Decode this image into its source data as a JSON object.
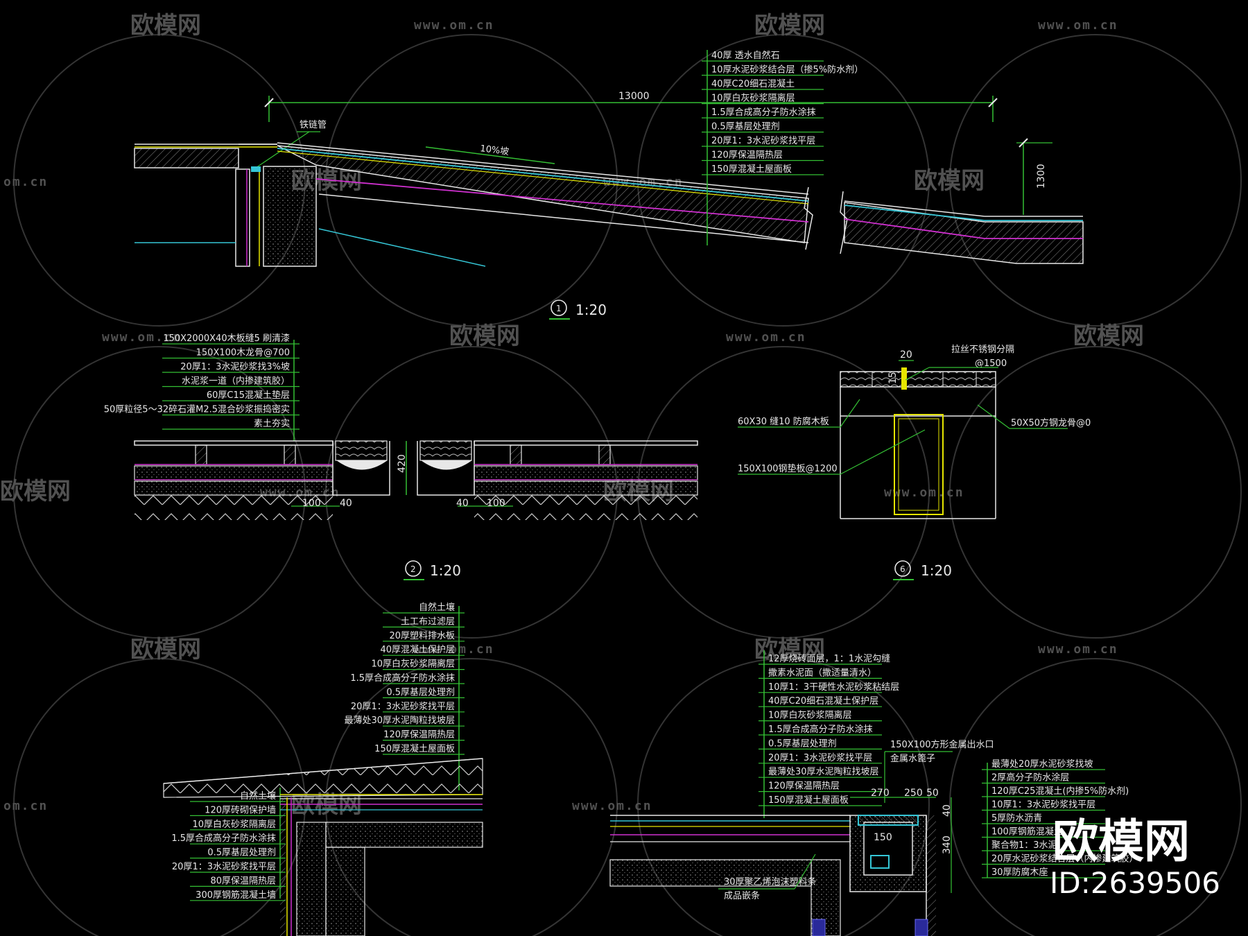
{
  "watermark": {
    "logo_text": "欧模网",
    "url": "www.om.cn",
    "url_short": "om.cn"
  },
  "brand": {
    "name": "欧模网",
    "id": "ID:2639506"
  },
  "detail1": {
    "number": "1",
    "scale": "1:20",
    "span": "13000",
    "slope": "10%坡",
    "height": "1300",
    "drain_label": "铁链管",
    "layers": [
      "40厚 透水自然石",
      "10厚水泥砂浆结合层（掺5%防水剂）",
      "40厚C20细石混凝土",
      "10厚白灰砂浆隔离层",
      "1.5厚合成高分子防水涂抹",
      "0.5厚基层处理剂",
      "20厚1：3水泥砂浆找平层",
      "120厚保温隔热层",
      "150厚混凝土屋面板"
    ]
  },
  "detail2": {
    "number": "2",
    "scale": "1:20",
    "height": "420",
    "dims": [
      "100",
      "40",
      "40",
      "100"
    ],
    "layers": [
      "150X2000X40木板缝5   刷清漆",
      "150X100木龙骨@700",
      "20厚1：3水泥砂浆找3%坡",
      "水泥浆一道（内掺建筑胶）",
      "60厚C15混凝土垫层",
      "50厚粒径5～32碎石灌M2.5混合砂浆振捣密实",
      "素土夯实"
    ]
  },
  "detail6": {
    "number": "6",
    "scale": "1:20",
    "dims": [
      "20",
      "15"
    ],
    "labels": {
      "top_a": "拉丝不锈钢分隔",
      "top_b": "@1500",
      "left_a": "60X30 缝10 防腐木板",
      "left_b": "150X100钢垫板@1200",
      "right": "50X50方钢龙骨@0"
    }
  },
  "detail_left_bottom": {
    "top_layers": [
      "自然土壤",
      "土工布过滤层",
      "20厚塑料排水板",
      "40厚混凝土保护层",
      "10厚白灰砂浆隔离层",
      "1.5厚合成高分子防水涂抹",
      "0.5厚基层处理剂",
      "20厚1：3水泥砂浆找平层",
      "最薄处30厚水泥陶粒找坡层",
      "120厚保温隔热层",
      "150厚混凝土屋面板"
    ],
    "wall_layers": [
      "自然土壤",
      "120厚砖砌保护墙",
      "10厚白灰砂浆隔离层",
      "1.5厚合成高分子防水涂抹",
      "0.5厚基层处理剂",
      "20厚1：3水泥砂浆找平层",
      "80厚保温隔热层",
      "300厚钢筋混凝土墙"
    ]
  },
  "detail_right_bottom": {
    "left_layers": [
      "12厚烧砖面层，1：1水泥勾缝",
      "撒素水泥面（撒适量清水）",
      "10厚1：3干硬性水泥砂浆粘结层",
      "40厚C20细石混凝土保护层",
      "10厚白灰砂浆隔离层",
      "1.5厚合成高分子防水涂抹",
      "0.5厚基层处理剂",
      "20厚1：3水泥砂浆找平层",
      "最薄处30厚水泥陶粒找坡层",
      "120厚保温隔热层",
      "150厚混凝土屋面板"
    ],
    "outlet_a": "150X100方形金属出水口",
    "outlet_b": "金属水篦子",
    "dims": [
      "270",
      "250",
      "50",
      "150",
      "40",
      "340"
    ],
    "bottom_a": "30厚聚乙烯泡沫塑料条",
    "bottom_b": "成品嵌条",
    "right_layers": [
      "最薄处20厚水泥砂浆找坡",
      "2厚高分子防水涂层",
      "120厚C25混凝土(内掺5%防水剂)",
      "10厚1：3水泥砂浆找平层",
      "5厚防水沥青",
      "100厚钢筋混凝土",
      "聚合物1：3水泥",
      "20厚水泥砂浆结合层（内掺建筑胶）",
      "30厚防腐木座"
    ]
  },
  "colors": {
    "green": "#34c034",
    "yellow": "#e6e600",
    "magenta": "#d030d0",
    "cyan": "#35c6d6",
    "white": "#e8e8e8",
    "gray": "#8a8a8a"
  }
}
